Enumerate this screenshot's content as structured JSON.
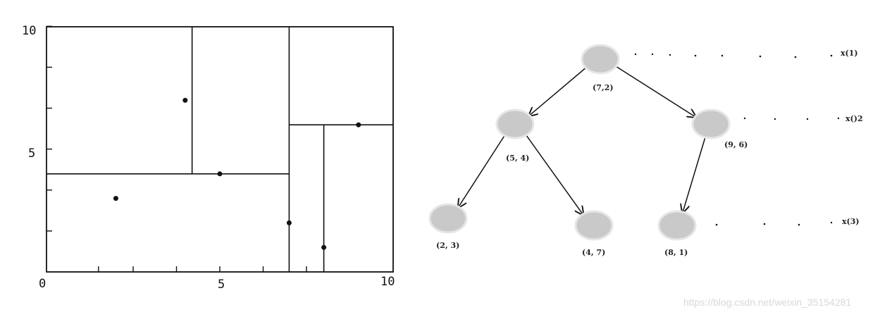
{
  "partition_plot": {
    "x_axis": {
      "labels": [
        "0",
        "5",
        "10"
      ],
      "range": [
        0,
        10
      ]
    },
    "y_axis": {
      "labels": [
        "10",
        "5"
      ],
      "range": [
        0,
        10
      ]
    },
    "points": [
      {
        "x": 2,
        "y": 3
      },
      {
        "x": 5,
        "y": 4
      },
      {
        "x": 9,
        "y": 6
      },
      {
        "x": 4,
        "y": 7
      },
      {
        "x": 8,
        "y": 1
      },
      {
        "x": 7,
        "y": 2
      }
    ],
    "splits": [
      {
        "dir": "v",
        "at": 7,
        "from": 0,
        "to": 10
      },
      {
        "dir": "h",
        "at": 4,
        "from": 0,
        "to": 7
      },
      {
        "dir": "h",
        "at": 6,
        "from": 7,
        "to": 10
      },
      {
        "dir": "v",
        "at": 4.2,
        "from": 4,
        "to": 10
      },
      {
        "dir": "v",
        "at": 8,
        "from": 0,
        "to": 6
      }
    ]
  },
  "tree": {
    "nodes": [
      {
        "id": "n72",
        "label": "(7,2)"
      },
      {
        "id": "n54",
        "label": "(5, 4)"
      },
      {
        "id": "n96",
        "label": "(9, 6)"
      },
      {
        "id": "n23",
        "label": "(2, 3)"
      },
      {
        "id": "n47",
        "label": "(4, 7)"
      },
      {
        "id": "n81",
        "label": "(8, 1)"
      }
    ],
    "edges": [
      [
        "n72",
        "n54"
      ],
      [
        "n72",
        "n96"
      ],
      [
        "n54",
        "n23"
      ],
      [
        "n54",
        "n47"
      ],
      [
        "n96",
        "n81"
      ]
    ],
    "levels": [
      "x(1)",
      "x()2",
      "x(3)"
    ]
  },
  "watermark": "https://blog.csdn.net/weixin_35154281",
  "colors": {
    "node_fill": "#c9c9c9",
    "node_stroke": "#e6e6e6",
    "line": "#111111"
  }
}
